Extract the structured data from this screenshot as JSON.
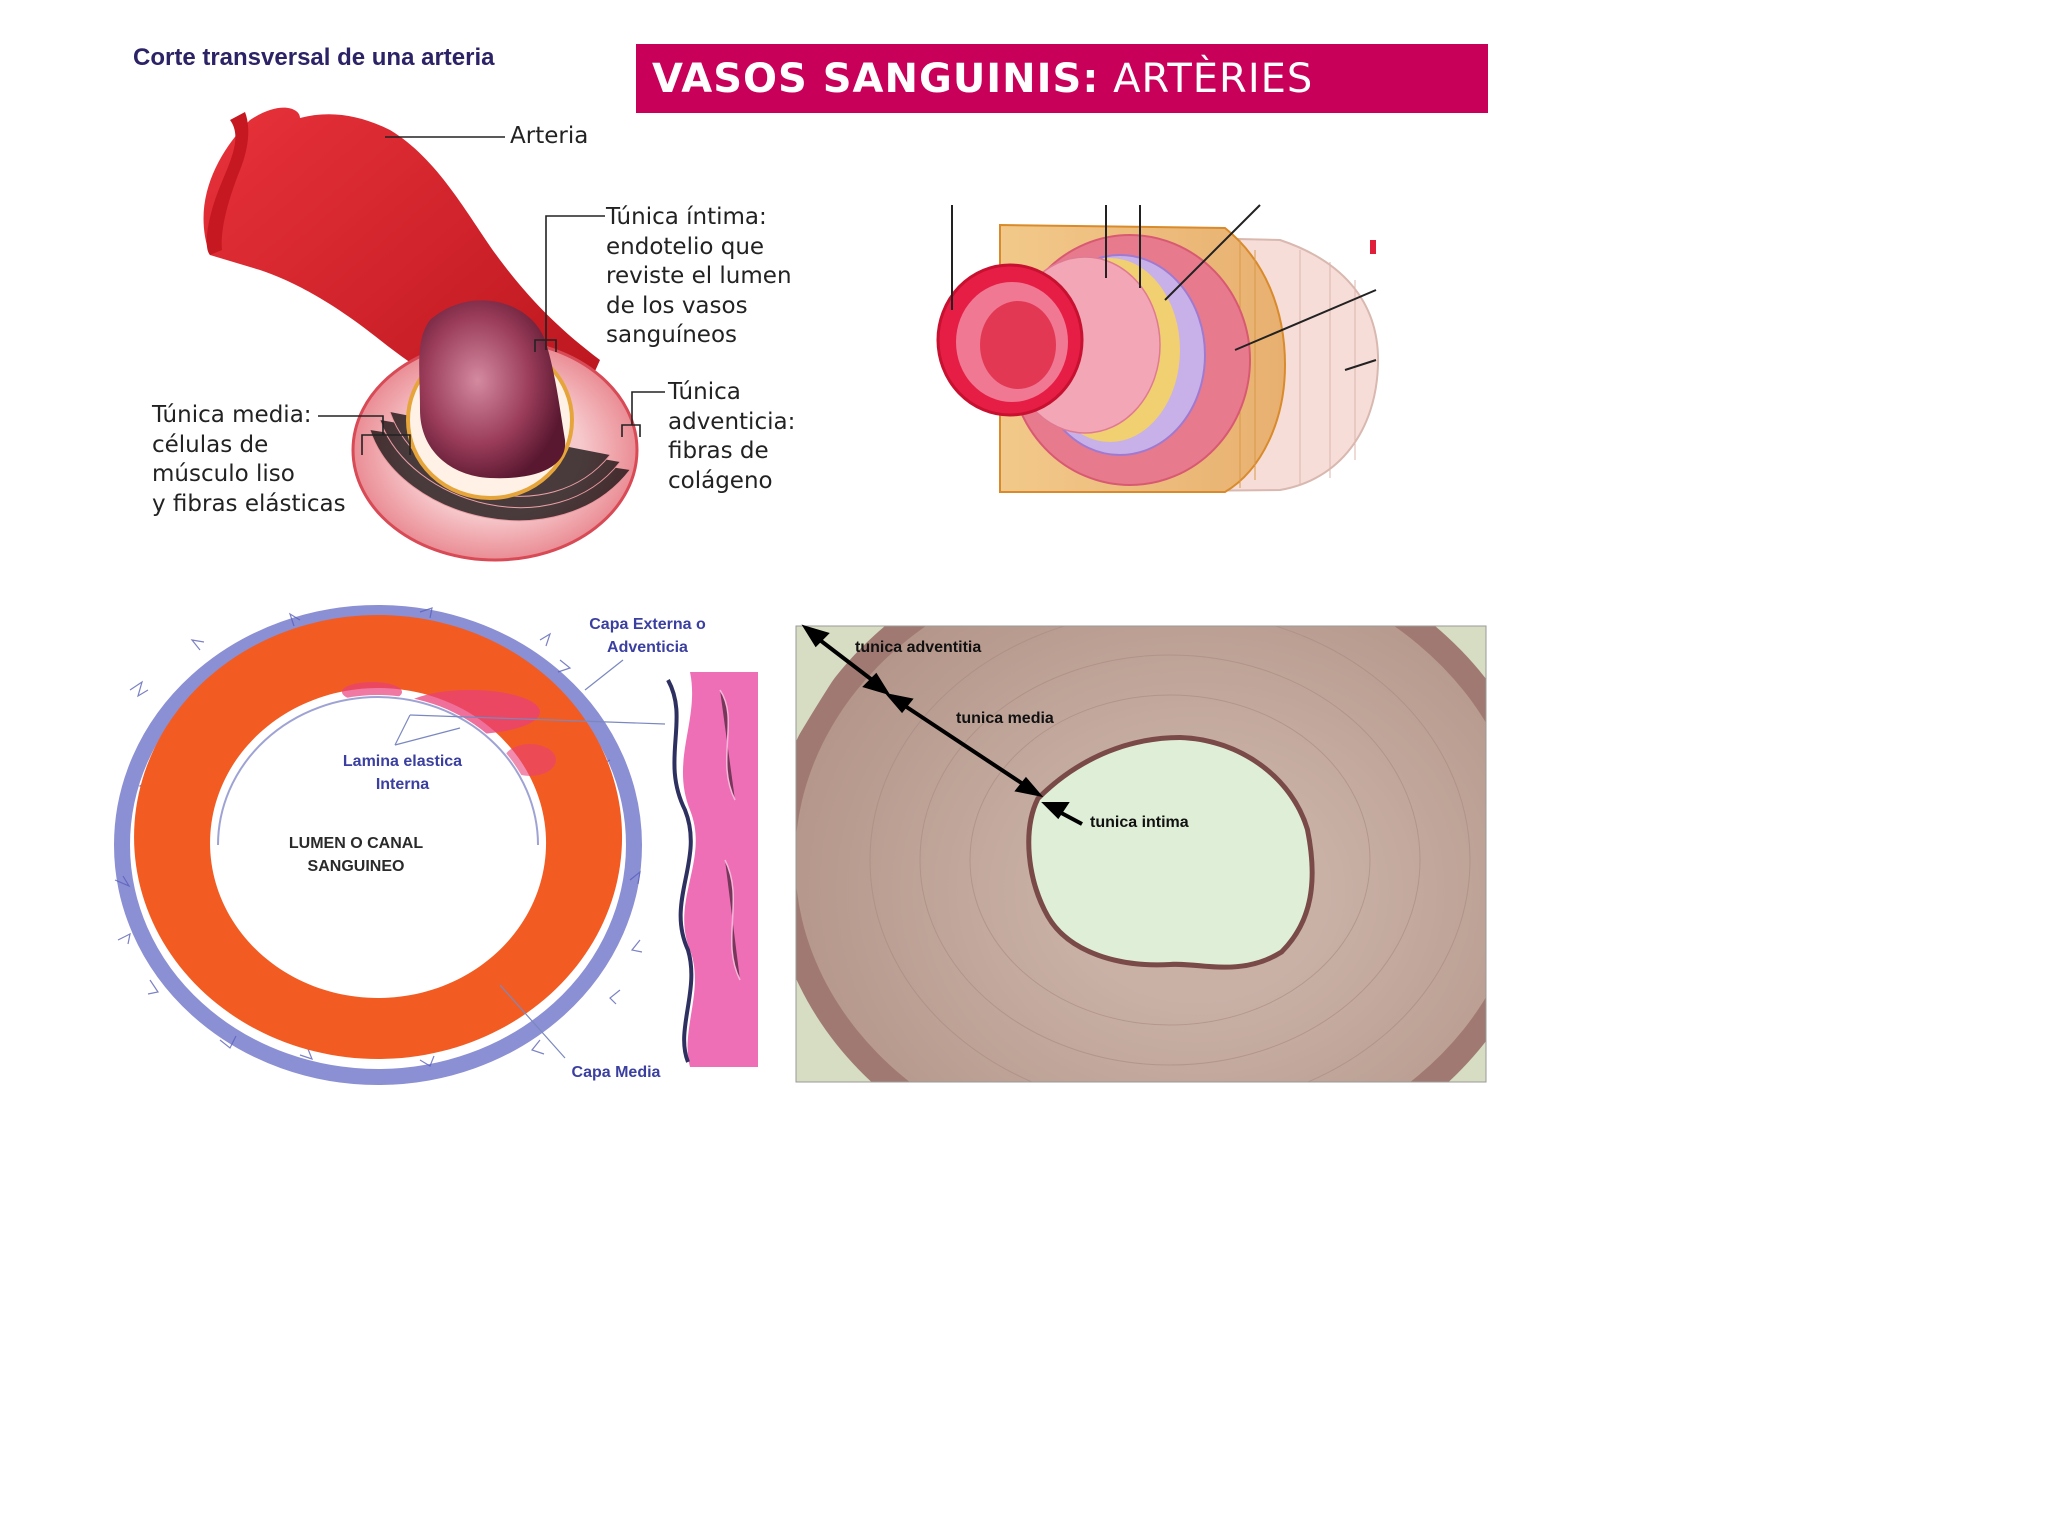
{
  "title": {
    "bold": "VASOS SANGUINIS:",
    "normal": "ARTÈRIES"
  },
  "diagram_artery": {
    "caption": "Corte transversal de una arteria",
    "arteria": "Arteria",
    "intima": [
      "Túnica íntima:",
      "endotelio que",
      "reviste el lumen",
      "de los vasos",
      "sanguíneos"
    ],
    "media": [
      "Túnica media:",
      "células de",
      "músculo liso",
      "y fibras elásticas"
    ],
    "adventicia": [
      "Túnica",
      "adventicia:",
      "fibras de",
      "colágeno"
    ]
  },
  "histo_left": {
    "externa": [
      "Capa Externa o",
      "Adventicia"
    ],
    "lamina": [
      "Lamina elastica",
      "Interna"
    ],
    "lumen": [
      "LUMEN O CANAL",
      "SANGUINEO"
    ],
    "media": "Capa Media"
  },
  "histo_right": {
    "adventitia": "tunica adventitia",
    "media": "tunica media",
    "intima": "tunica intima"
  },
  "colors": {
    "title_bg": "#c8005a",
    "caption": "#2c2366",
    "artery_red": "#d8202a",
    "stain_orange": "#f25c22",
    "stain_blue": "#3a3fa0"
  }
}
